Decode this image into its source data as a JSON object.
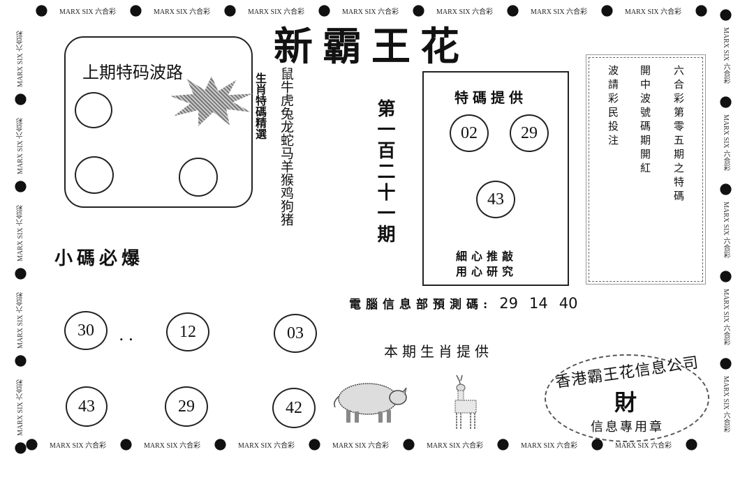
{
  "watermark": {
    "text": "MARX SIX 六合彩",
    "icon": "flower-icon"
  },
  "title": "新霸王花",
  "wave_box": {
    "label": "上期特码波路",
    "circles": [
      "",
      "",
      ""
    ]
  },
  "zodiac_select": {
    "label": "生肖特碼精選",
    "animals": [
      "鼠",
      "牛",
      "虎",
      "兔",
      "龙",
      "蛇",
      "马",
      "羊",
      "猴",
      "鸡",
      "狗",
      "猪"
    ]
  },
  "issue": "第一百二十一期",
  "special_box": {
    "title": "特碼提供",
    "numbers": [
      "02",
      "29",
      "43"
    ],
    "footer_line1": "細心推敲",
    "footer_line2": "用心研究"
  },
  "notice": {
    "col1": "六合彩第零五期之特碼",
    "col2": "開中波號碼期開紅",
    "col3": "波請彩民投注"
  },
  "small_codes": {
    "label": "小碼必爆",
    "row1": [
      "30",
      "12",
      "03"
    ],
    "row2": [
      "43",
      "29",
      "42"
    ],
    "separator": ".."
  },
  "computer_prediction": {
    "label": "電腦信息部預測碼:",
    "numbers": [
      "29",
      "14",
      "40"
    ]
  },
  "zodiac_provide": {
    "label": "本期生肖提供",
    "animals": [
      "pig",
      "deer"
    ]
  },
  "stamp": {
    "arc_text": "香港霸王花信息公司",
    "center": "財",
    "bottom": "信息專用章"
  }
}
